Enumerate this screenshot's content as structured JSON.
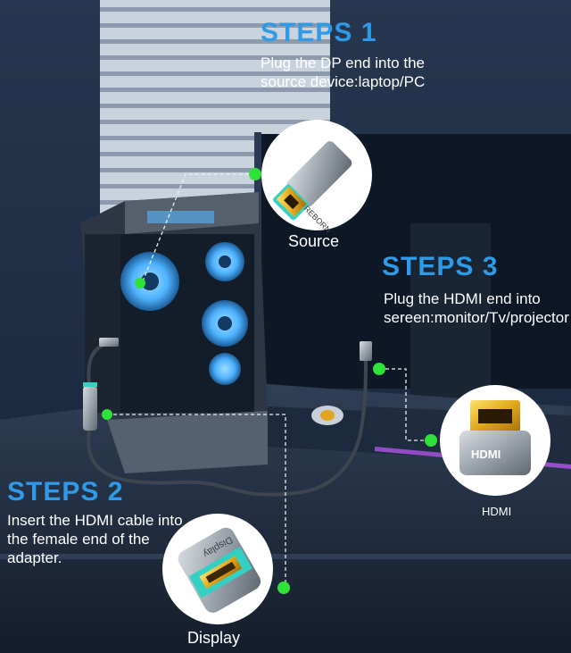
{
  "steps": [
    {
      "title": "STEPS 1",
      "text": "Plug the DP end into the source device:laptop/PC"
    },
    {
      "title": "STEPS 3",
      "text": "Plug the HDMI end into sereen:monitor/Tv/projector"
    },
    {
      "title": "STEPS 2",
      "text": "Insert the HDMI cable into the female end of the adapter."
    }
  ],
  "callouts": {
    "source": "Source",
    "hdmi": "HDMI",
    "display": "Display"
  },
  "connector_text": {
    "source_plug_brand": "REBORN",
    "display_adapter_brand": "Display",
    "hdmi_plug_text": "HDMI"
  },
  "colors": {
    "accent_blue": "#2f9be8",
    "marker_green": "#2ee23a",
    "fan_blue": "#4fb3ff"
  }
}
